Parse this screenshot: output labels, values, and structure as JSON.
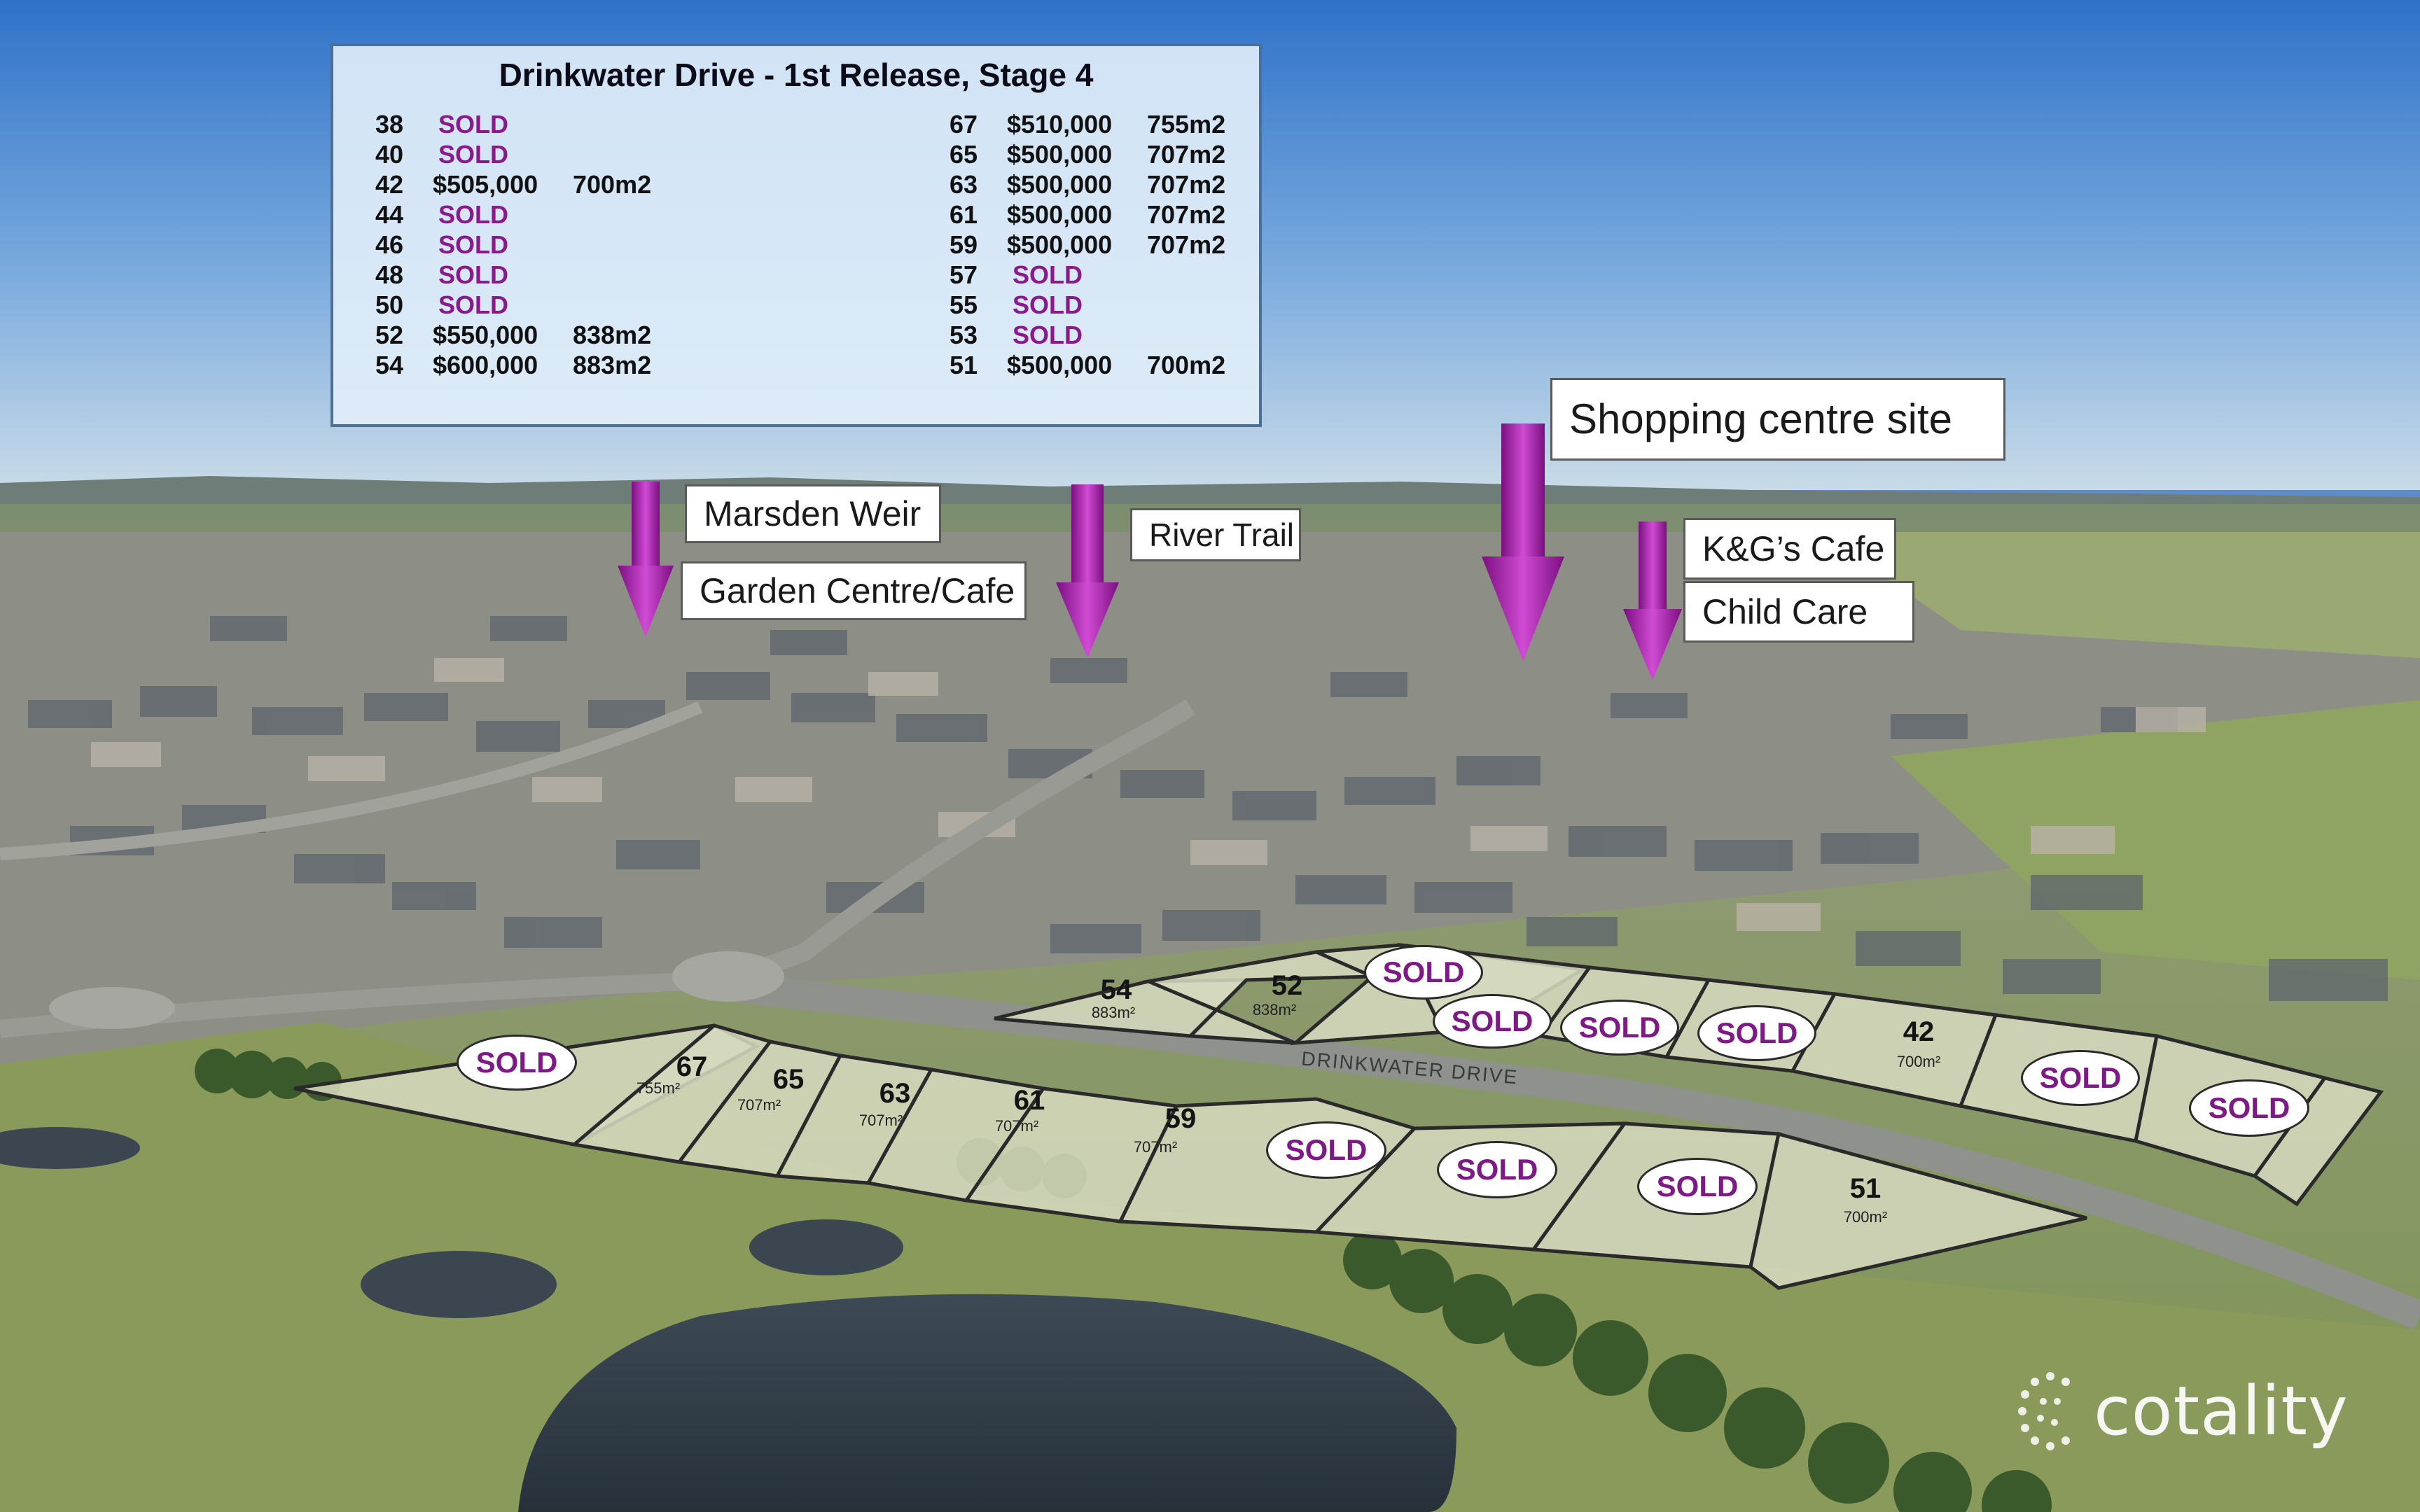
{
  "price_list": {
    "title": "Drinkwater Drive - 1st Release, Stage 4",
    "left_column": [
      {
        "lot": "38",
        "status": "SOLD"
      },
      {
        "lot": "40",
        "status": "SOLD"
      },
      {
        "lot": "42",
        "price": "$505,000",
        "area": "700m2"
      },
      {
        "lot": "44",
        "status": "SOLD"
      },
      {
        "lot": "46",
        "status": "SOLD"
      },
      {
        "lot": "48",
        "status": "SOLD"
      },
      {
        "lot": "50",
        "status": "SOLD"
      },
      {
        "lot": "52",
        "price": "$550,000",
        "area": "838m2"
      },
      {
        "lot": "54",
        "price": "$600,000",
        "area": "883m2"
      }
    ],
    "right_column": [
      {
        "lot": "67",
        "price": "$510,000",
        "area": "755m2"
      },
      {
        "lot": "65",
        "price": "$500,000",
        "area": "707m2"
      },
      {
        "lot": "63",
        "price": "$500,000",
        "area": "707m2"
      },
      {
        "lot": "61",
        "price": "$500,000",
        "area": "707m2"
      },
      {
        "lot": "59",
        "price": "$500,000",
        "area": "707m2"
      },
      {
        "lot": "57",
        "status": "SOLD"
      },
      {
        "lot": "55",
        "status": "SOLD"
      },
      {
        "lot": "53",
        "status": "SOLD"
      },
      {
        "lot": "51",
        "price": "$500,000",
        "area": "700m2"
      }
    ]
  },
  "callouts": {
    "shopping_centre": "Shopping centre site",
    "marsden_weir": "Marsden Weir",
    "garden_centre": "Garden Centre/Cafe",
    "river_trail": "River Trail",
    "kg_cafe": "K&G’s Cafe",
    "child_care": "Child Care"
  },
  "map": {
    "street_name": "DRINKWATER DRIVE",
    "sold_label": "SOLD",
    "lots": [
      {
        "num": "54",
        "area": "883m²"
      },
      {
        "num": "52",
        "area": "838m²"
      },
      {
        "num": "42",
        "area": "700m²"
      },
      {
        "num": "67",
        "area": "755m²"
      },
      {
        "num": "65",
        "area": "707m²"
      },
      {
        "num": "63",
        "area": "707m²"
      },
      {
        "num": "61",
        "area": "707m²"
      },
      {
        "num": "59",
        "area": "707m²"
      },
      {
        "num": "51",
        "area": "700m²"
      }
    ]
  },
  "colors": {
    "marker": "#a21aa8",
    "sold_text": "#7d1a86",
    "lot_fill": "#d9dcc2"
  },
  "logo": {
    "text": "cotality"
  }
}
